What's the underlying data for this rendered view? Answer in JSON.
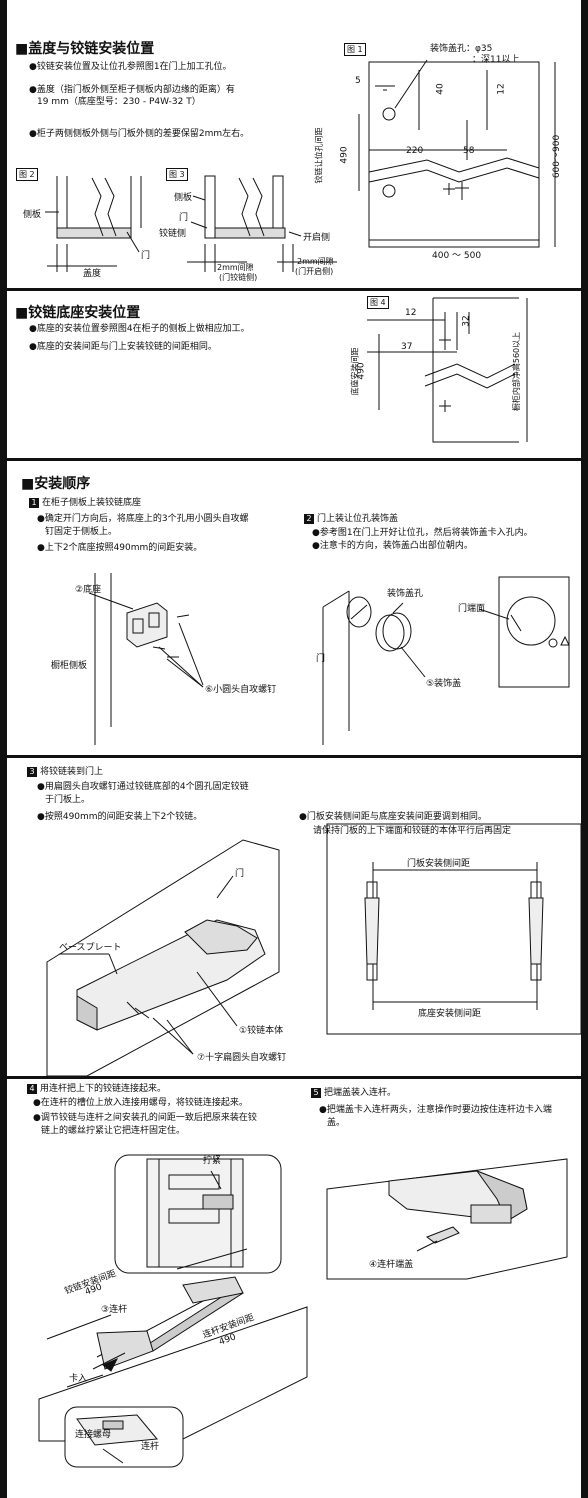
{
  "s1": {
    "title": "■盖度与铰链安装位置",
    "b1": "●铰链安装位置及让位孔参照图1在门上加工孔位。",
    "b2a": "●盖度（指门板外侧至柜子侧板内部边缘的距离）有",
    "b2b": "19 mm（底座型号：230 - P4W-32 T）",
    "b3": "●柜子两侧侧板外侧与门板外侧的差要保留2mm左右。",
    "fig2": {
      "tag": "图 2",
      "side_panel": "侧板",
      "door": "门",
      "overlay": "盖度"
    },
    "fig3": {
      "tag": "图 3",
      "side_panel": "侧板",
      "door": "门",
      "hinge_side": "铰链侧",
      "open_side": "开启侧",
      "gap1a": "2mm间隙",
      "gap1b": "(门铰链侧)",
      "gap2a": "2mm间隙",
      "gap2b": "(门开启侧)"
    },
    "fig1": {
      "tag": "图 1",
      "hole1": "装饰盖孔：φ35",
      "hole2": "：深11以上",
      "d5": "5",
      "d40": "40",
      "d12": "12",
      "d220": "220",
      "d58": "58",
      "vlabel1": "铰链让位孔间距",
      "vlabel2": "490",
      "width": "400 ～ 500",
      "height": "600～900"
    }
  },
  "s2": {
    "title": "■铰链底座安装位置",
    "b1": "●底座的安装位置参照图4在柜子的侧板上做相应加工。",
    "b2": "●底座的安装间距与门上安装铰链的间距相同。",
    "fig4": {
      "tag": "图 4",
      "d12": "12",
      "d32": "32",
      "d37": "37",
      "vlabel1": "底座安装间距",
      "vlabel2": "490",
      "depth": "橱柜内部净高560以上"
    }
  },
  "s3": {
    "title": "■安装顺序",
    "step1": {
      "num": "1",
      "title": "在柜子侧板上装铰链底座",
      "b1a": "●确定开门方向后，将底座上的3个孔用小圆头自攻螺",
      "b1b": "钉固定于侧板上。",
      "b2": "●上下2个底座按照490mm的间距安装。",
      "base": "②底座",
      "panel": "橱柜侧板",
      "screw": "⑥小圆头自攻螺钉"
    },
    "step2": {
      "num": "2",
      "title": "门上装让位孔装饰盖",
      "b1": "●参考图1在门上开好让位孔，然后将装饰盖卡入孔内。",
      "b2": "●注意卡的方向，装饰盖凸出部位朝内。",
      "hole": "装饰盖孔",
      "door": "门",
      "end": "门端面",
      "cap": "⑤装饰盖"
    }
  },
  "s4": {
    "step3": {
      "num": "3",
      "title": "将铰链装到门上",
      "b1a": "●用扁圆头自攻螺钉通过铰链底部的4个圆孔固定铰链",
      "b1b": "于门板上。",
      "b2": "●按照490mm的间距安装上下2个铰链。",
      "door": "门",
      "baseplate": "ベースプレート",
      "body": "①铰链本体",
      "screw": "⑦十字扁圆头自攻螺钉"
    },
    "right": {
      "b1": "●门板安装侧间距与底座安装间距要调到相同。",
      "b1b": "请保持门板的上下端面和铰链的本体平行后再固定",
      "top": "门板安装侧间距",
      "bottom": "底座安装侧间距"
    }
  },
  "s5": {
    "step4": {
      "num": "4",
      "title": "用连杆把上下的铰链连接起来。",
      "b1": "●在连杆的槽位上放入连接用螺母，将铰链连接起来。",
      "b2a": "●调节铰链与连杆之间安装孔的间距一致后把原来装在铰",
      "b2b": "链上的螺丝拧紧让它把连杆固定住。",
      "tighten": "拧紧",
      "hinge_dist": "铰链安装间距",
      "hinge_dist_val": "490",
      "rod": "③连杆",
      "rod_dist": "连杆安装间距",
      "rod_dist_val": "490",
      "insert": "卡入",
      "nut": "连接螺母",
      "rod2": "连杆"
    },
    "step5": {
      "num": "5",
      "title": "把端盖装入连杆。",
      "b1a": "●把端盖卡入连杆两头，注意操作时要边按住连杆边卡入端",
      "b1b": "盖。",
      "cap": "④连杆端盖"
    }
  }
}
